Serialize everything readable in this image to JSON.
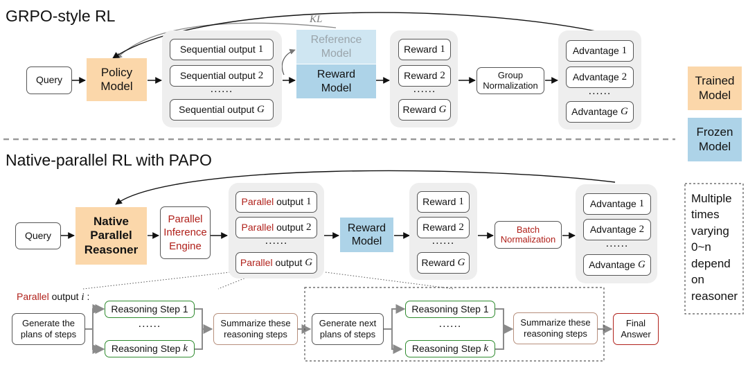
{
  "grpo": {
    "title": "GRPO-style RL",
    "query": "Query",
    "policy_model": "Policy\nModel",
    "kl": "KL",
    "outputs": {
      "label": "Sequential output",
      "idx": [
        "1",
        "2",
        "G"
      ]
    },
    "dots": "......",
    "reference_model": "Reference\nModel",
    "reward_model": "Reward\nModel",
    "rewards": {
      "label": "Reward",
      "idx": [
        "1",
        "2",
        "G"
      ]
    },
    "group_norm": "Group\nNormalization",
    "advantages": {
      "label": "Advantage",
      "idx": [
        "1",
        "2",
        "G"
      ]
    }
  },
  "papo": {
    "title": "Native-parallel RL with PAPO",
    "query": "Query",
    "reasoner": "Native\nParallel\nReasoner",
    "engine": "Parallel\nInference\nEngine",
    "outputs": {
      "prefix": "Parallel",
      "label": "output",
      "idx": [
        "1",
        "2",
        "G"
      ]
    },
    "dots": "......",
    "reward_model": "Reward\nModel",
    "rewards": {
      "label": "Reward",
      "idx": [
        "1",
        "2",
        "G"
      ]
    },
    "batch_norm": "Batch\nNormalization",
    "advantages": {
      "label": "Advantage",
      "idx": [
        "1",
        "2",
        "G"
      ]
    }
  },
  "detail": {
    "header_prefix": "Parallel",
    "header_label": "output",
    "header_idx": "i",
    "header_colon": ":",
    "generate_plans": "Generate the\nplans of steps",
    "step1": "Reasoning Step 1",
    "stepk_label": "Reasoning Step",
    "stepk_idx": "k",
    "dots": "......",
    "summarize": "Summarize these\nreasoning steps",
    "generate_next": "Generate next\nplans of steps",
    "final": "Final\nAnswer"
  },
  "legend": {
    "trained": "Trained\nModel",
    "frozen": "Frozen\nModel",
    "note": "Multiple\ntimes\nvarying\n0~n\ndepend\non\nreasoner"
  },
  "colors": {
    "trained": "#fbd7aa",
    "frozen": "#add3e8",
    "reference": "#cfe6f2",
    "red_text": "#b0201a",
    "green_border": "#2e8b2e",
    "panel_gray": "#eeeeee"
  }
}
